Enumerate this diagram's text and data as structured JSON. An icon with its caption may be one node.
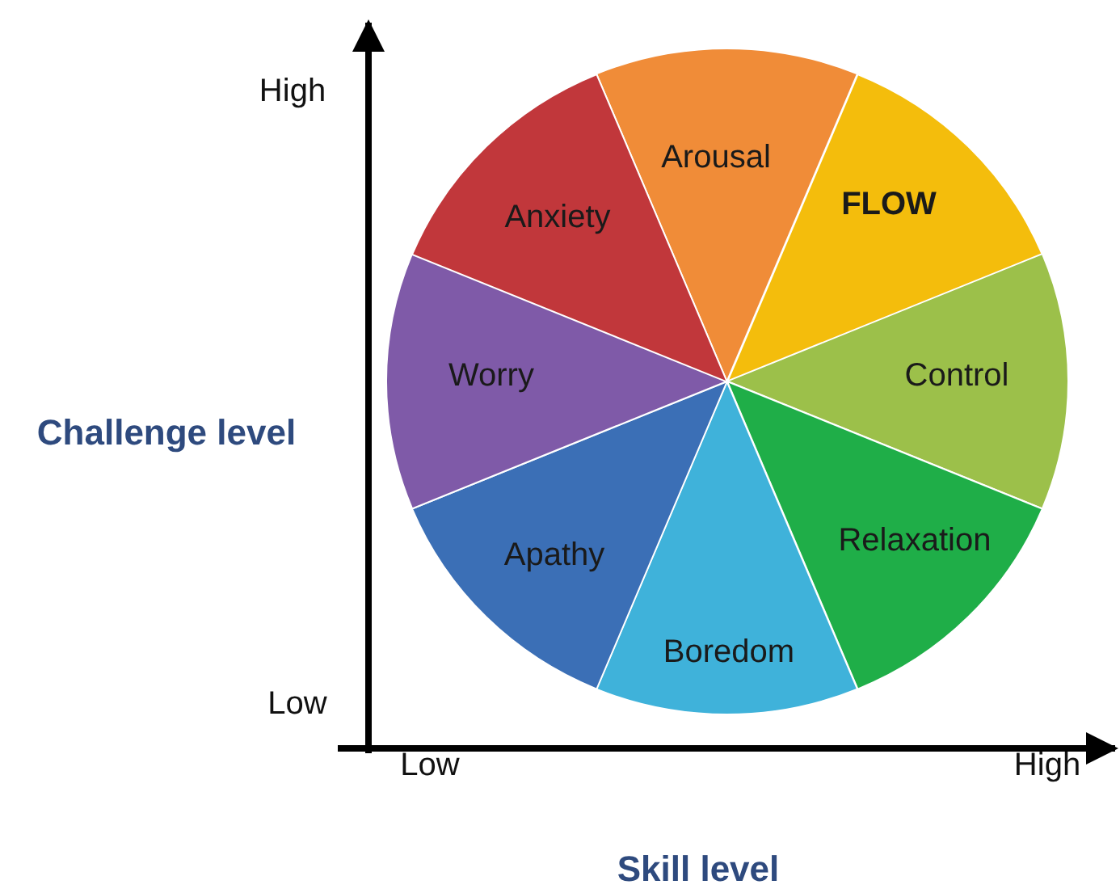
{
  "diagram": {
    "nodes": [
      {
        "text": [
          "Arousal"
        ]
      },
      {
        "text": [
          "FLOW"
        ]
      },
      {
        "text": [
          "Control"
        ]
      },
      {
        "text": [
          "Relaxation"
        ]
      },
      {
        "text": [
          "Boredom"
        ]
      },
      {
        "text": [
          "Apathy"
        ]
      },
      {
        "text": [
          "Worry"
        ]
      },
      {
        "text": [
          "Anxiety"
        ]
      }
    ],
    "edges": [],
    "labels": [
      "High",
      "Low",
      "Challenge level",
      "Low",
      "High",
      "Skill level"
    ]
  }
}
